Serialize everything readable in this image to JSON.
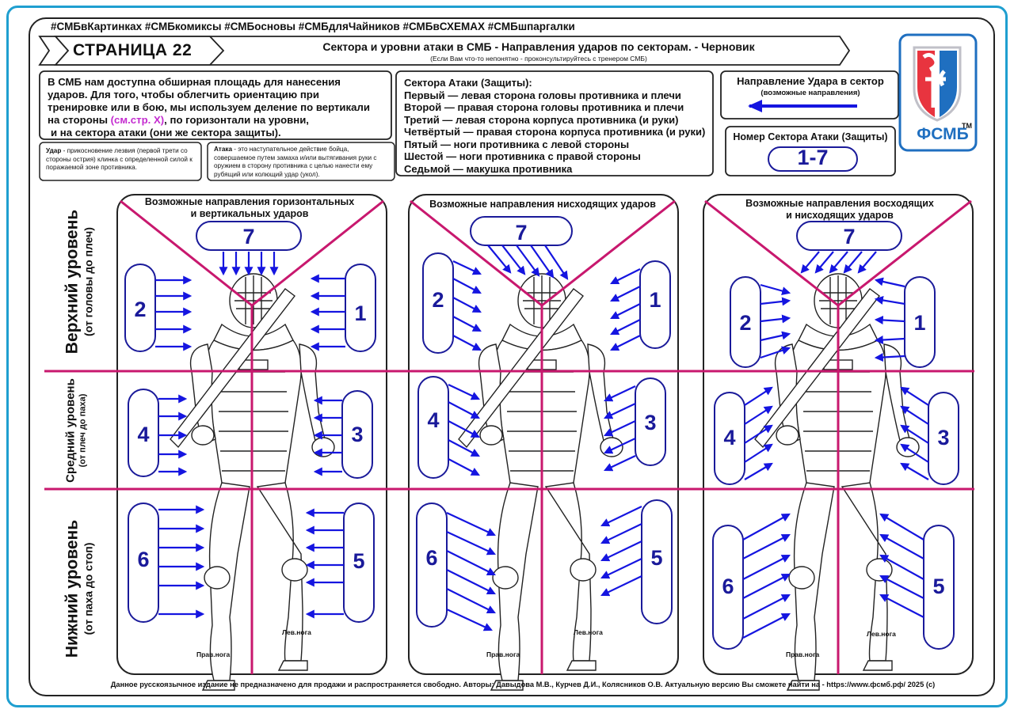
{
  "hashtags": "#СМБвКартинках #СМБкомиксы #СМБосновы #СМБдляЧайников #СМБвСХЕМАХ #СМБшпаргалки",
  "header": {
    "page_label": "СТРАНИЦА 22",
    "title": "Сектора и уровни атаки в СМБ - Направления ударов по секторам. - Черновик",
    "subtitle": "(Если Вам что-то непонятно  - проконсультируйтесь с тренером СМБ)"
  },
  "intro": {
    "line1": "В СМБ нам доступна обширная площадь для нанесения",
    "line2": "ударов. Для того, чтобы облегчить ориентацию при",
    "line3": "тренировке или в бою, мы используем деление по вертикали",
    "line4_a": "на стороны ",
    "line4_link": "(см.стр. X)",
    "line4_b": ",  по горизонтали на уровни,",
    "line5": "и на сектора атаки (они же сектора защиты)."
  },
  "definitions": {
    "strike_term": "Удар",
    "strike_text": " - прикосновение лезвия (первой трети со стороны острия) клинка с определенной силой к поражаемой зоне противника.",
    "attack_term": "Атака",
    "attack_text": " - это наступательное действие бойца, совершаемое путем замаха и/или вытягивания руки с оружием в сторону противника с целью нанести ему рубящий или колющий удар (укол)."
  },
  "sectors": {
    "title": "Сектора Атаки (Защиты):",
    "items": [
      "Первый — левая сторона головы противника и плечи",
      "Второй — правая сторона головы противника и плечи",
      "Третий — левая сторона корпуса противника (и руки)",
      "Четвёртый — правая сторона корпуса противника (и руки)",
      "Пятый — ноги противника с левой стороны",
      "Шестой — ноги противника с правой стороны",
      "Седьмой — макушка противника"
    ]
  },
  "legend": {
    "direction_title": "Направление Удара в сектор",
    "direction_sub": "(возможные направления)",
    "number_title": "Номер Сектора Атаки (Защиты)",
    "number_value": "1-7"
  },
  "logo": {
    "text": "ФСМБ",
    "tm": "TM"
  },
  "levels": {
    "upper_main": "Верхний уровень",
    "upper_sub": "(от головы до плеч)",
    "middle_main": "Средний уровень",
    "middle_sub": "(от плеч до паха)",
    "lower_main": "Нижний уровень",
    "lower_sub": "(от паха до стоп)"
  },
  "columns": [
    {
      "label_1": "Возможные направления горизонтальных",
      "label_2": "и вертикальных ударов"
    },
    {
      "label_1": "Возможные направления нисходящих ударов",
      "label_2": ""
    },
    {
      "label_1": "Возможные направления восходящих",
      "label_2": "и нисходящих ударов"
    }
  ],
  "sector_numbers": {
    "s1": "1",
    "s2": "2",
    "s3": "3",
    "s4": "4",
    "s5": "5",
    "s6": "6",
    "s7": "7"
  },
  "legs": {
    "right": "Прав.нога",
    "left": "Лев.нога"
  },
  "footer": "Данное русскоязычное  издание  не предназначено для продажи и распространяется свободно. Авторы: Давыдова М.В., Курчев Д.И., Колясников О.В. Актуальную версию Вы сможете найти на  -  https://www.фсмб.рф/ 2025 (с)",
  "colors": {
    "accent_blue": "#1a1a9a",
    "arrow_blue": "#1515e0",
    "divider": "#c8186e",
    "frame": "#1f9fd0",
    "logo_red": "#e8343f",
    "logo_blue": "#1f6fc0",
    "logo_magenta": "#d52a8a"
  }
}
